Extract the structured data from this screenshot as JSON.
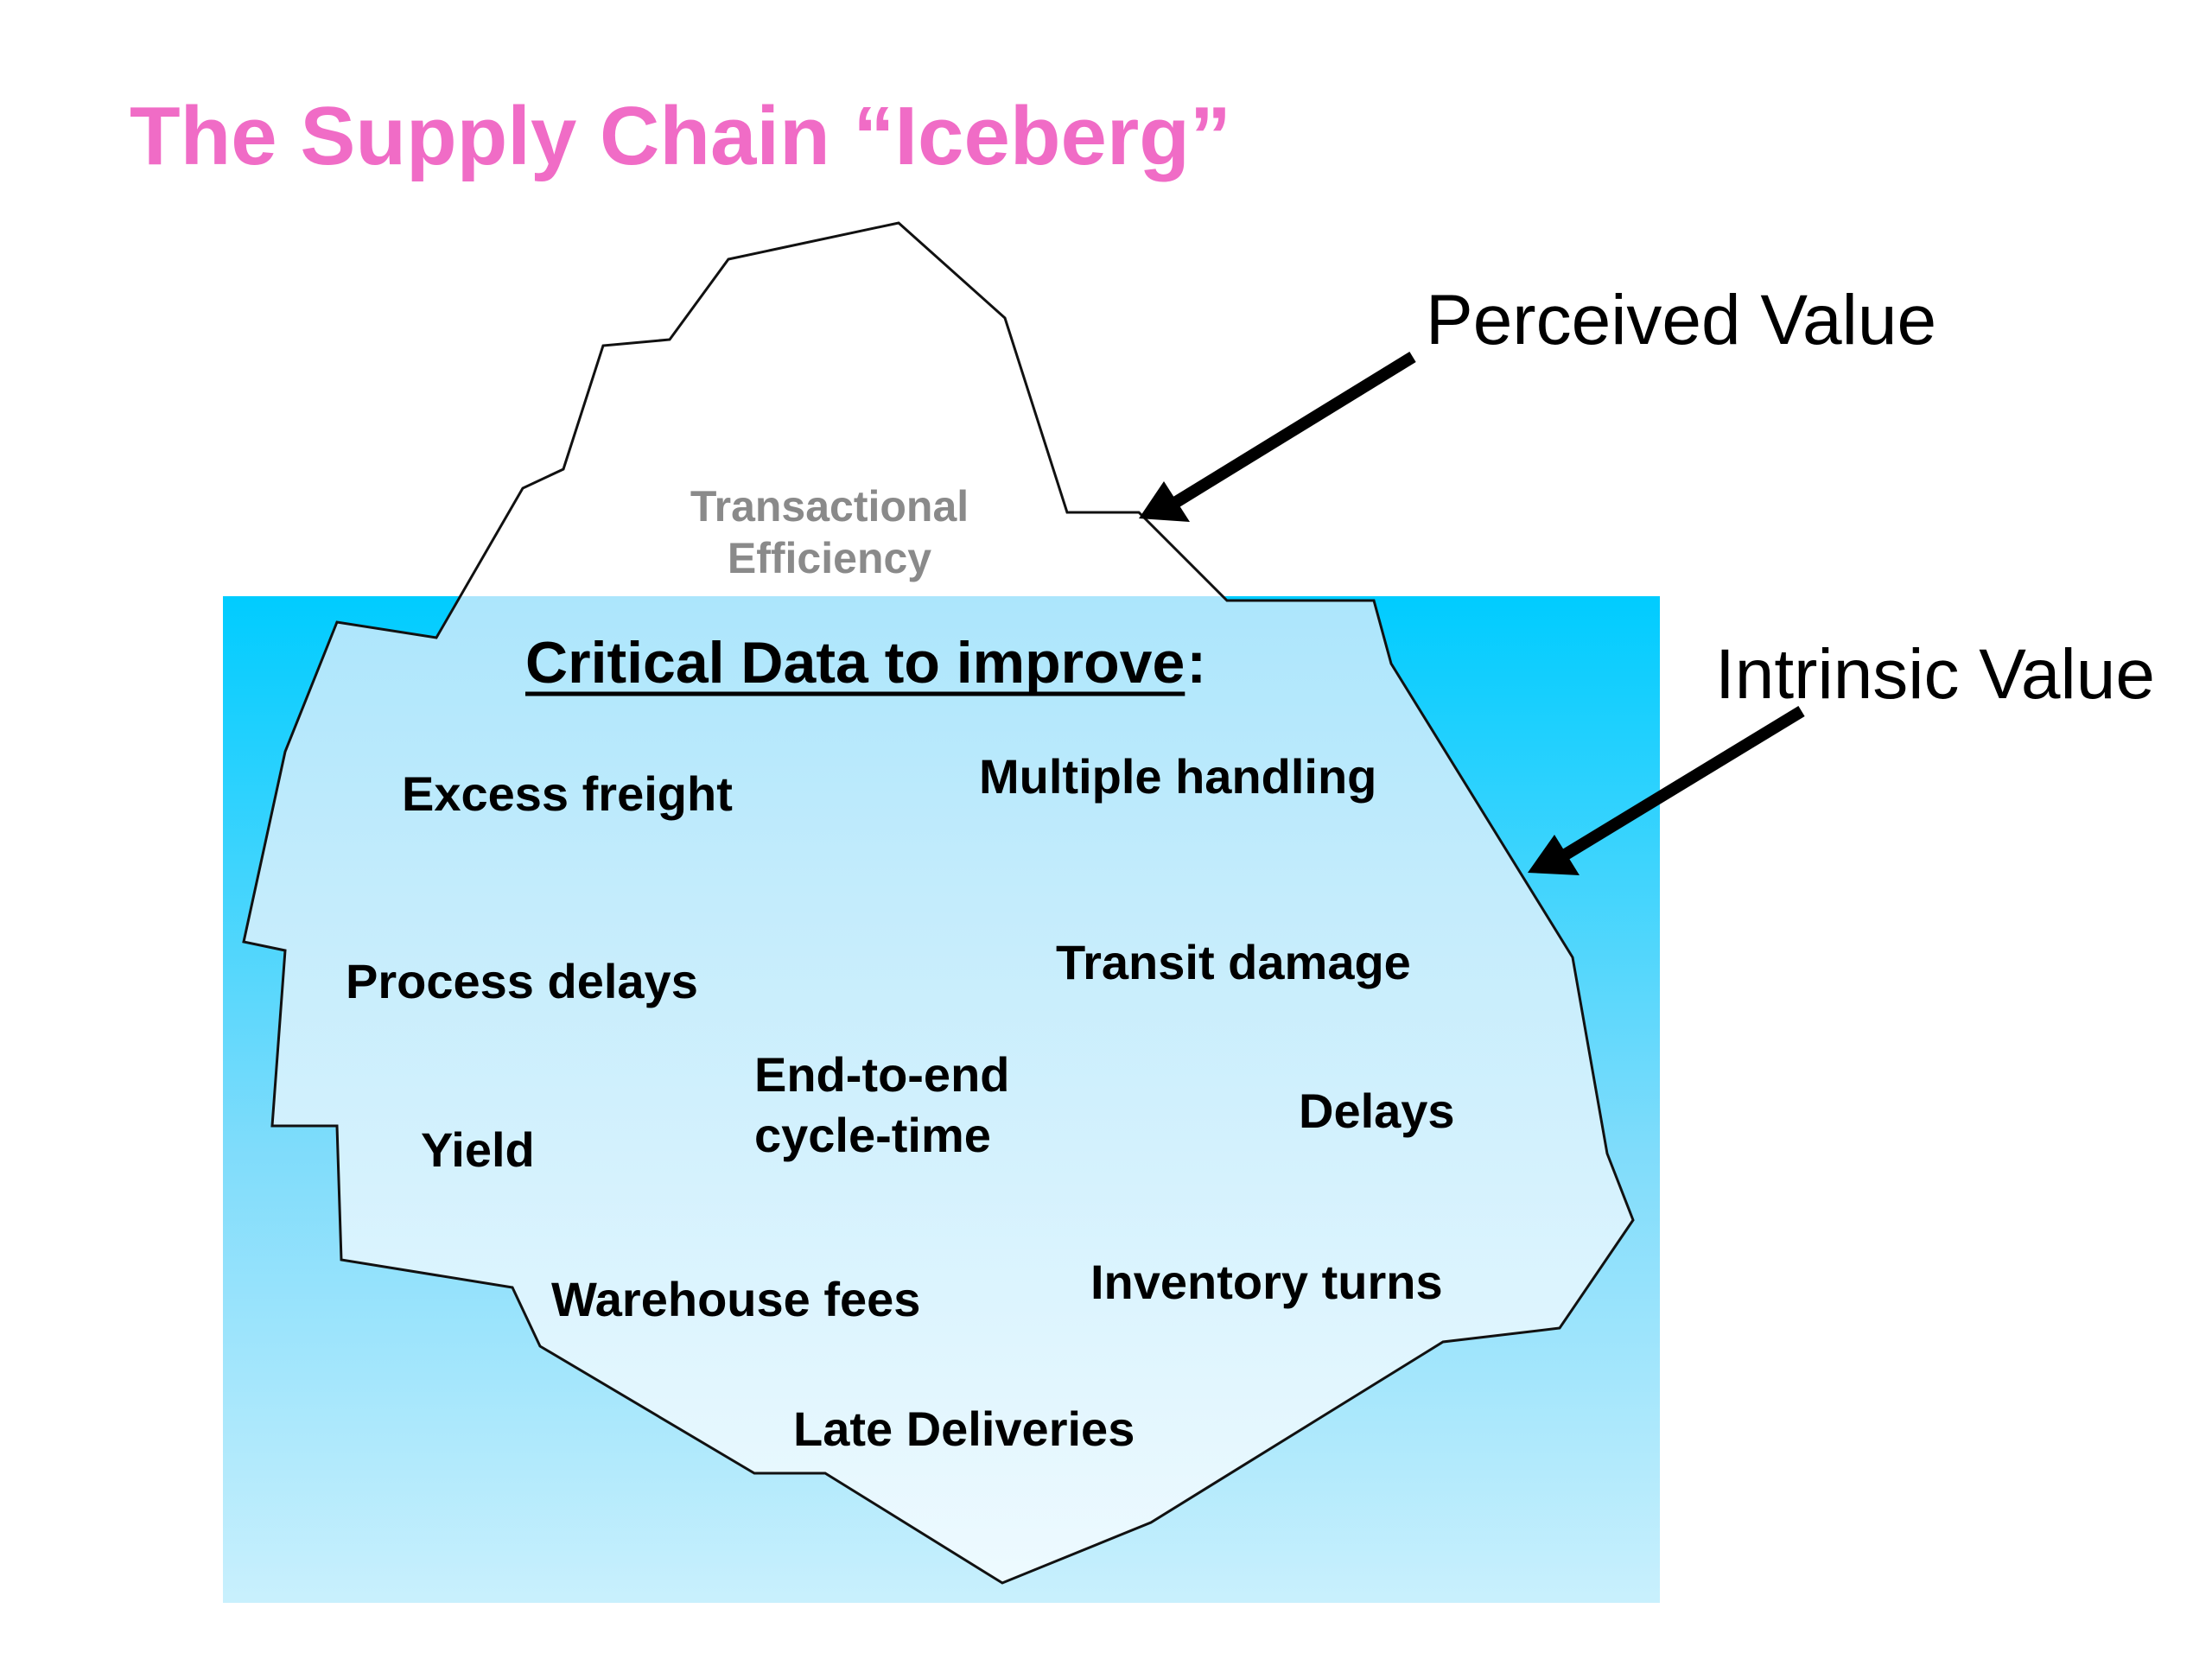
{
  "title": "The Supply Chain “Iceberg”",
  "labels": {
    "perceived_value": "Perceived Value",
    "intrinsic_value": "Intrinsic Value",
    "transactional_line1": "Transactional",
    "transactional_line2": "Efficiency",
    "critical_heading": "Critical Data to improve",
    "critical_colon": ":"
  },
  "items": {
    "excess_freight": "Excess freight",
    "multiple_handling": "Multiple handling",
    "process_delays": "Process delays",
    "transit_damage": "Transit damage",
    "end_to_end_line1": "End-to-end",
    "end_to_end_line2": "cycle-time",
    "delays": "Delays",
    "yield": "Yield",
    "warehouse_fees": "Warehouse fees",
    "inventory_turns": "Inventory turns",
    "late_deliveries": "Late Deliveries"
  },
  "colors": {
    "title": "#f06cc6",
    "water_top": "#00ccff",
    "water_bottom": "#c9f0fd",
    "iceberg_top": "#8fdefb",
    "iceberg_bottom": "#eefaff",
    "transactional_text": "#8a8a8a",
    "text": "#000000"
  }
}
